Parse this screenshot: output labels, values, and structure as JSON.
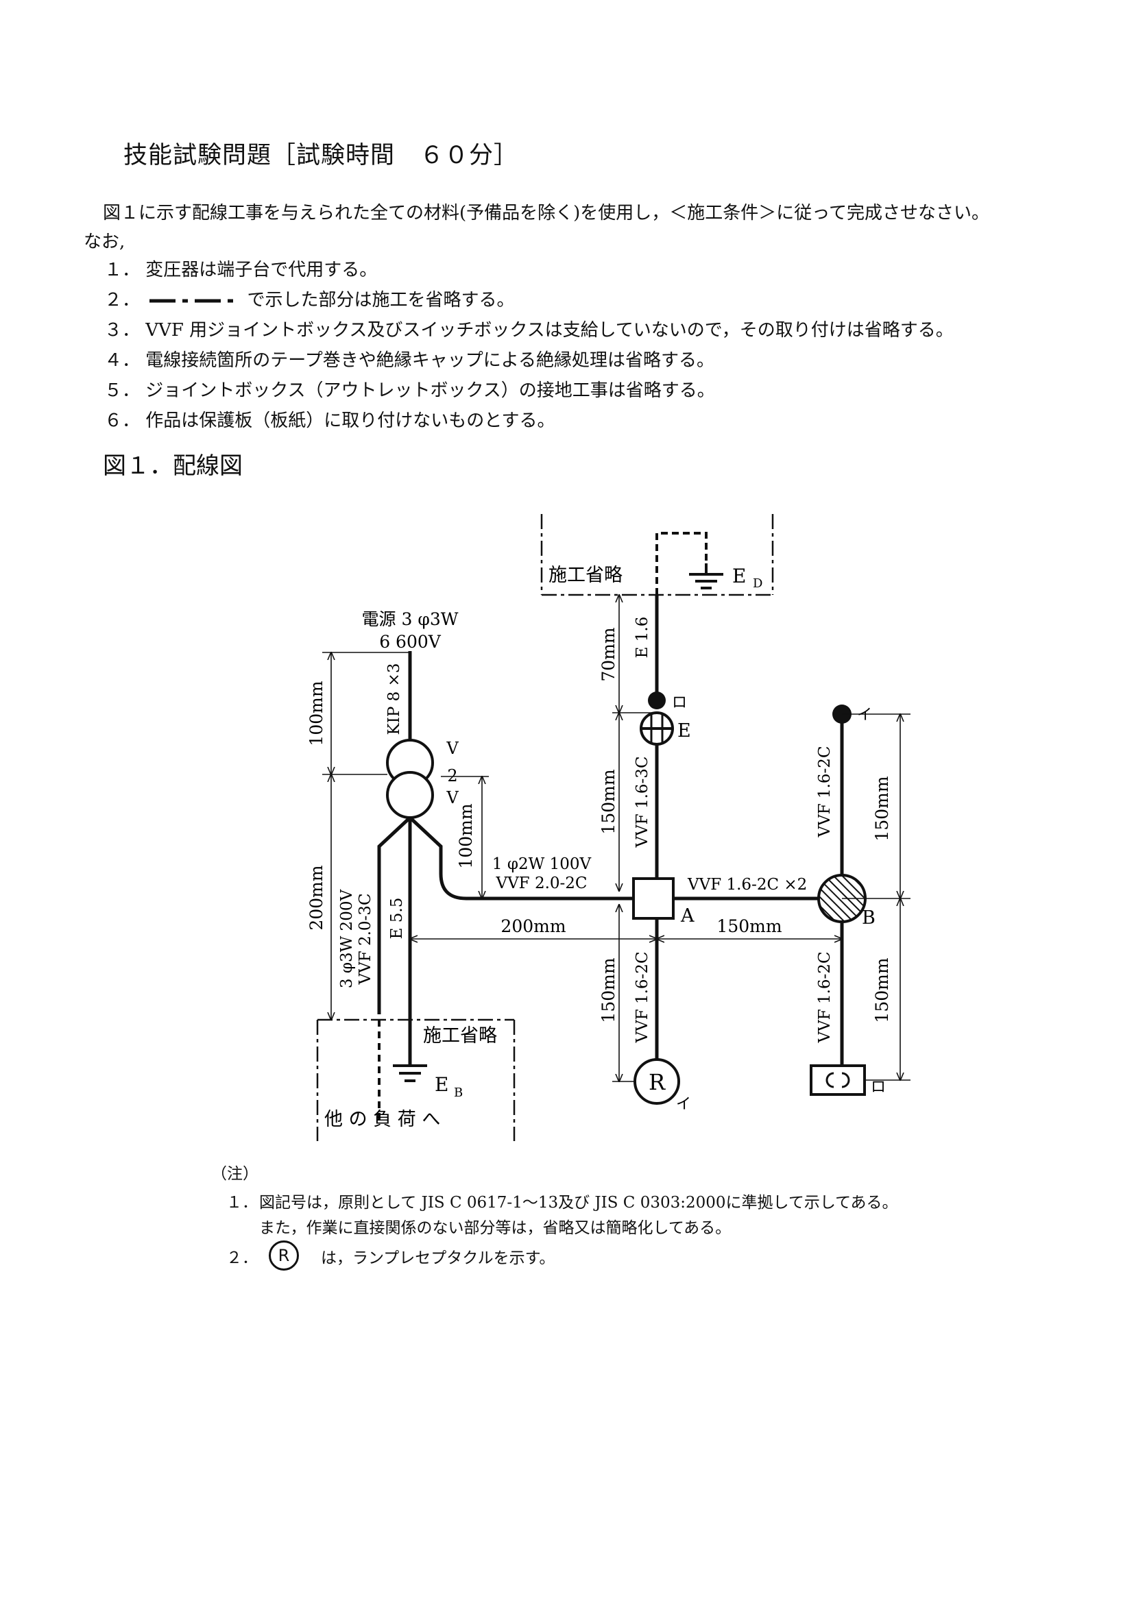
{
  "header": {
    "title": "技能試験問題［試験時間　６０分］"
  },
  "intro": {
    "line1": "図１に示す配線工事を与えられた全ての材料(予備品を除く)を使用し，＜施工条件＞に従って完成させなさい。",
    "line2": "なお,"
  },
  "notes": [
    {
      "num": "１．",
      "text": "変圧器は端子台で代用する。"
    },
    {
      "num": "２．",
      "text": "で示した部分は施工を省略する。"
    },
    {
      "num": "３．",
      "text": "VVF 用ジョイントボックス及びスイッチボックスは支給していないので，その取り付けは省略する。"
    },
    {
      "num": "４．",
      "text": "電線接続箇所のテープ巻きや絶縁キャップによる絶縁処理は省略する。"
    },
    {
      "num": "５．",
      "text": "ジョイントボックス（アウトレットボックス）の接地工事は省略する。"
    },
    {
      "num": "６．",
      "text": "作品は保護板（板紙）に取り付けないものとする。"
    }
  ],
  "figure": {
    "title": "図１．配線図",
    "labels": {
      "power_source_1": "電源 3 φ3W",
      "power_source_2": "6 600V",
      "kip": "KIP 8 ×3",
      "dim_100mm_left": "100mm",
      "dim_200mm_left": "200mm",
      "three_phase_1": "3 φ3W 200V",
      "three_phase_2": "VVF 2.0-3C",
      "e55": "E 5.5",
      "v_sym_top": "V",
      "two": "2",
      "v_sym_bottom": "V",
      "dim_100mm_mid": "100mm",
      "single_phase_1": "1 φ2W 100V",
      "single_phase_2": "VVF 2.0-2C",
      "dim_200mm_h": "200mm",
      "construction_omitted_top": "施工省略",
      "construction_omitted_bottom": "施工省略",
      "ed_e": "E",
      "ed_d": "D",
      "eb_e": "E",
      "eb_b": "B",
      "other_load": "他 の 負 荷 へ",
      "dim_70mm": "70mm",
      "e16": "E 1.6",
      "ro_top": "ロ",
      "outlet_e": "E",
      "dim_150mm_up": "150mm",
      "vvf_16_3c": "VVF 1.6-3C",
      "vvf_16_2c_x2": "VVF 1.6-2C ×2",
      "box_a": "A",
      "dim_150mm_h": "150mm",
      "dim_150mm_down": "150mm",
      "vvf_16_2c_down": "VVF 1.6-2C",
      "r": "R",
      "i_bottom": "イ",
      "i_top": "イ",
      "vvf_16_2c_right_up": "VVF 1.6-2C",
      "dim_150mm_right_up": "150mm",
      "light_b": "B",
      "vvf_16_2c_right_down": "VVF 1.6-2C",
      "dim_150mm_right_down": "150mm",
      "ro_bottom": "ロ"
    }
  },
  "footnotes": {
    "heading": "（注）",
    "n1_num": "１．",
    "n1_line1": "図記号は，原則として JIS C 0617-1～13及び JIS C 0303:2000に準拠して示してある。",
    "n1_line2": "また，作業に直接関係のない部分等は，省略又は簡略化してある。",
    "n2_num": "２．",
    "n2_symbol": "R",
    "n2_text": "は，ランプレセプタクルを示す。"
  }
}
